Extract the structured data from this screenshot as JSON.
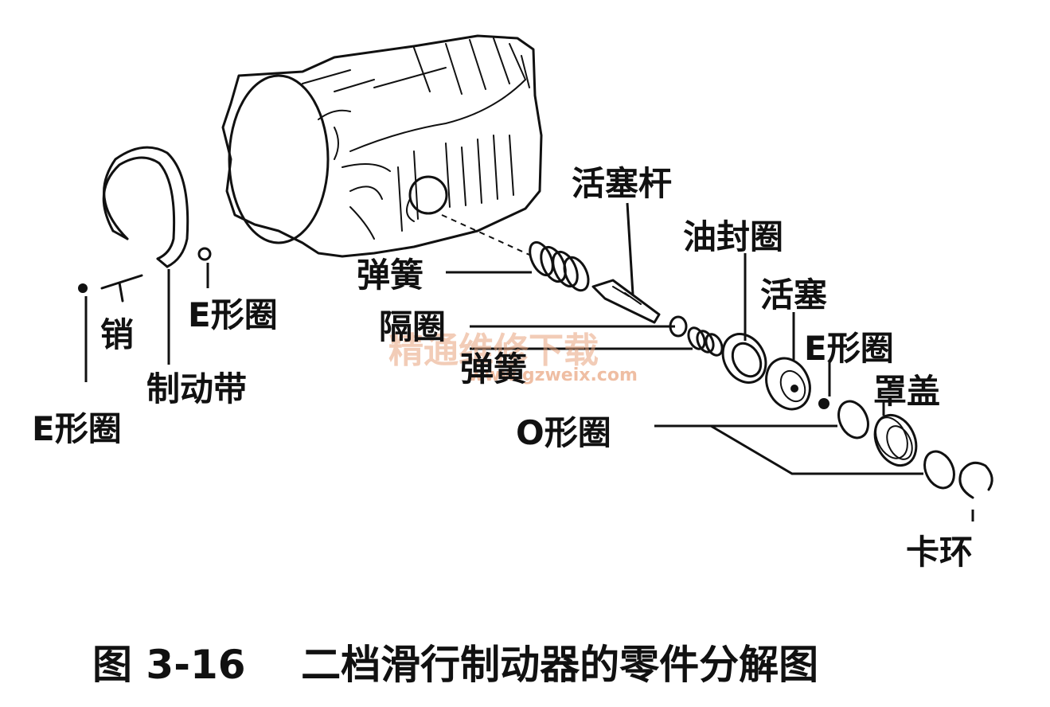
{
  "labels": {
    "piston_rod": "活塞杆",
    "oil_seal": "油封圈",
    "piston": "活塞",
    "e_ring_right": "E形圈",
    "cover": "罩盖",
    "o_ring": "O形圈",
    "snap_ring": "卡环",
    "spring_upper": "弹簧",
    "spacer": "隔圈",
    "spring_lower": "弹簧",
    "pin": "销",
    "brake_band": "制动带",
    "e_ring_top": "E形圈",
    "e_ring_left": "E形圈"
  },
  "watermark": {
    "text": "精通维修下载",
    "url": "www.gzweix.com",
    "color": "#e8a27c"
  },
  "caption": "图 3-16    二档滑行制动器的零件分解图"
}
